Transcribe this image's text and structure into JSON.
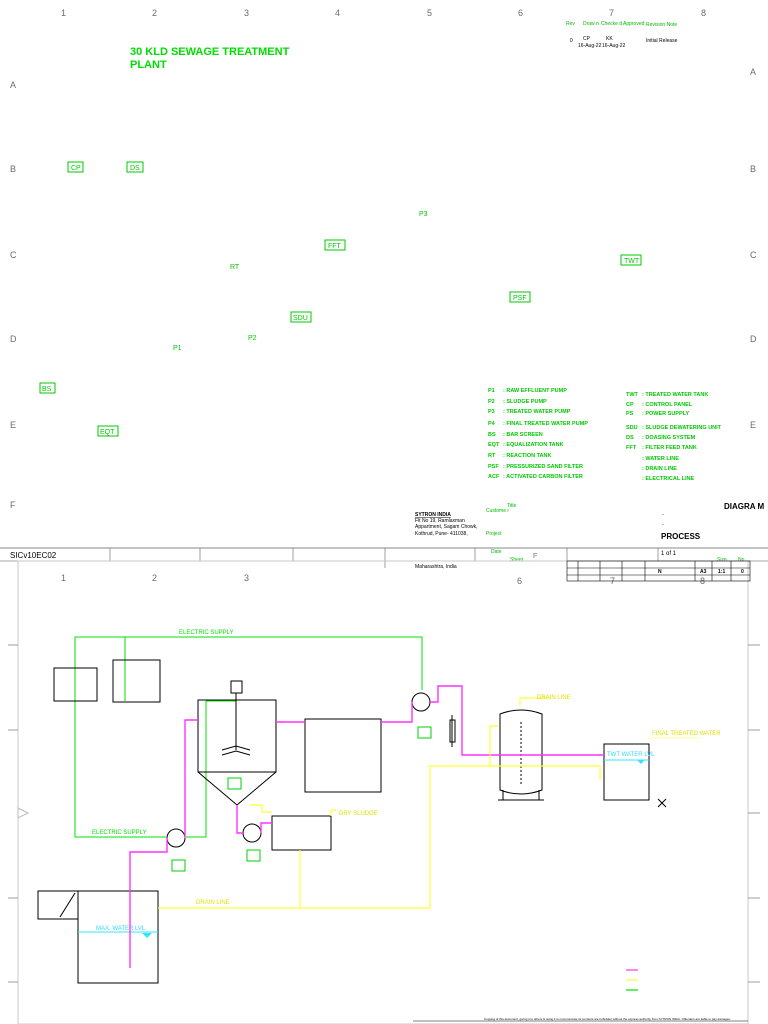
{
  "title": {
    "line1": "30 KLD SEWAGE TREATMENT",
    "line2": "PLANT"
  },
  "revision_table": {
    "headers": [
      "Rev",
      "Draw n",
      "Checke d",
      "Approved",
      "Revision Note"
    ],
    "row": [
      "0",
      "CP",
      "KK",
      "",
      "Initial Release"
    ],
    "dates": [
      "16-Aug-22",
      "16-Aug-22"
    ]
  },
  "top_columns": [
    "1",
    "2",
    "3",
    "4",
    "5",
    "6",
    "7",
    "8"
  ],
  "bottom_columns": [
    "1",
    "2",
    "3",
    "6",
    "7",
    "8"
  ],
  "rows": [
    "A",
    "B",
    "C",
    "D",
    "E",
    "F"
  ],
  "tags": {
    "cp": "CP",
    "ds": "DS",
    "p3": "P3",
    "fft": "FFT",
    "twt": "TWT",
    "rt": "RT",
    "psf": "PSF",
    "sdu": "SDU",
    "p2": "P2",
    "p1": "P1",
    "bs": "BS",
    "eqt": "EQT"
  },
  "legend_left": [
    {
      "code": "P1",
      "desc": ": RAW EFFLUENT PUMP"
    },
    {
      "code": "P2",
      "desc": ": SLUDGE PUMP"
    },
    {
      "code": "P3",
      "desc": ": TREATED WATER PUMP"
    },
    {
      "code": "P4",
      "desc": ": FINAL TREATED WATER PUMP"
    },
    {
      "code": "BS",
      "desc": ": BAR SCREEN"
    },
    {
      "code": "EQT",
      "desc": ": EQUALIZATION TANK"
    },
    {
      "code": "RT",
      "desc": ": REACTION TANK"
    },
    {
      "code": "PSF",
      "desc": ": PRESSURIZED SAND FILTER"
    },
    {
      "code": "ACF",
      "desc": ": ACTIVATED CARBON FILTER"
    }
  ],
  "legend_right": [
    {
      "code": "TWT",
      "desc": ": TREATED WATER TANK"
    },
    {
      "code": "CP",
      "desc": ": CONTROL PANEL"
    },
    {
      "code": "PS",
      "desc": ": POWER SUPPLY"
    },
    {
      "code": "SDU",
      "desc": ": SLUDGE DEWATERING UNIT"
    },
    {
      "code": "DS",
      "desc": ": DOASING SYSTEM"
    },
    {
      "code": "FFT",
      "desc": ": FILTER FEED TANK"
    },
    {
      "code": "",
      "desc": ": WATER LINE"
    },
    {
      "code": "",
      "desc": ": DRAIN LINE"
    },
    {
      "code": "",
      "desc": ": ELECTRICAL LINE"
    }
  ],
  "title_block": {
    "company": "SYTRON INDIA",
    "address": [
      "Flt No 19, Ramlaxman",
      "Appartment, Sagam Chowk,",
      "Kothrud, Pune- 411038,"
    ],
    "state": "Maharashtra, India",
    "labels": {
      "title": "Title",
      "customer": "Custome r",
      "project": "Project",
      "date": "Date",
      "sheet": "Sheet",
      "size": "Size",
      "no": "No"
    },
    "diagram": "DIAGRA M",
    "dash1": "-",
    "dash2": "-",
    "process": "PROCESS",
    "sheet_of": "1 of 1",
    "values": {
      "n": "N",
      "size": "A3",
      "scale": "1:1",
      "rev": "0"
    },
    "col_f": "F"
  },
  "doc_id": "SICv10EC02",
  "diagram_labels": {
    "electric_supply_top": "ELECTRIC SUPPLY",
    "electric_supply_left": "ELECTRIC SUPPLY",
    "dry_sludge": "DRY SLUDGE",
    "drain_line": "DRAIN LINE",
    "drain_line_right": "DRAIN LINE",
    "max_water_lvl": "MAX. WATER LVL",
    "final_treated_water": "FINAL TREATED WATER",
    "twt_inside": "TWT WATER LVL"
  },
  "copyright": "Copying of this document, giving it to others & using it to communicate its contents are forbidden without the express authority from SYTRON INDIA. Offenders are liable to pay damages.",
  "colors": {
    "electrical": "#00e000",
    "water": "#ff33ff",
    "drain": "#ffff33",
    "level": "#33e6ff",
    "tag": "#00c800"
  }
}
